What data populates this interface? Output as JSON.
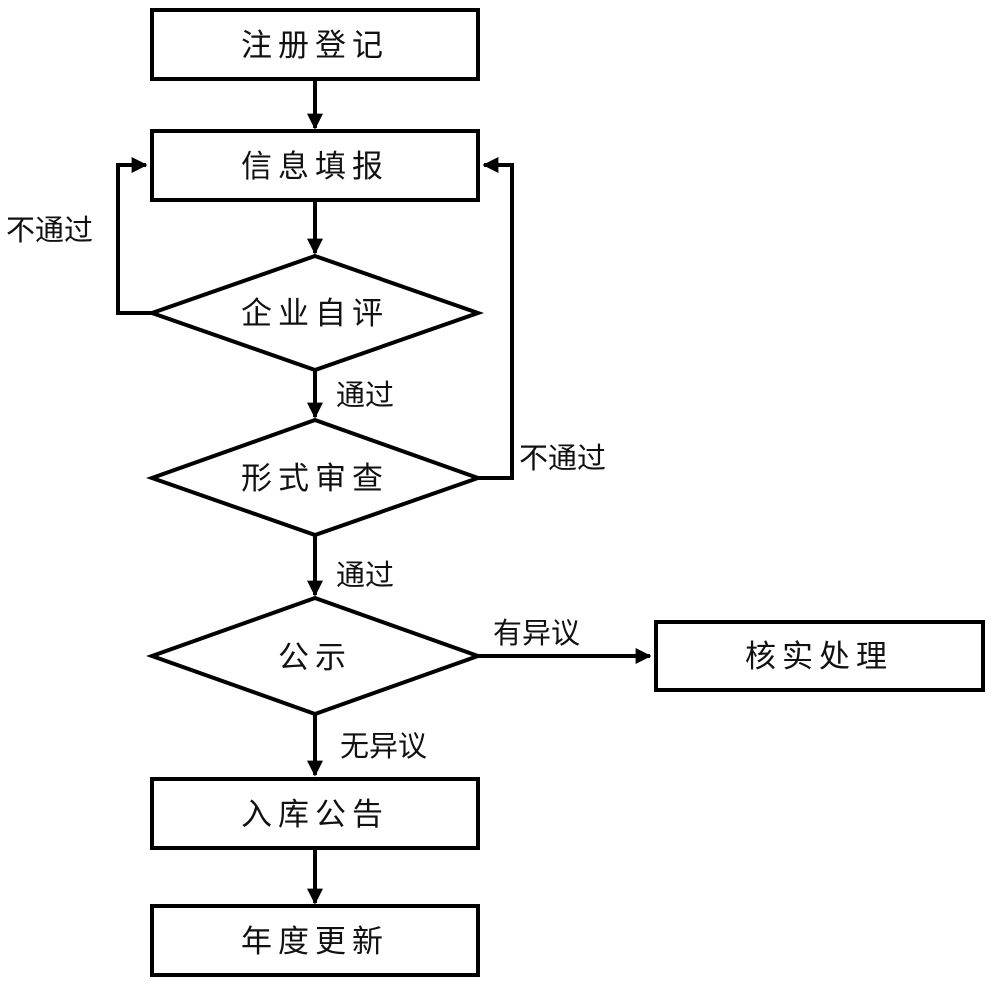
{
  "nodes": {
    "register": "注册登记",
    "info_fill": "信息填报",
    "self_eval": "企业自评",
    "formal_review": "形式审查",
    "publicity": "公示",
    "verify": "核实处理",
    "admit": "入库公告",
    "annual_update": "年度更新"
  },
  "edges": {
    "self_eval_fail": "不通过",
    "self_eval_pass": "通过",
    "review_fail": "不通过",
    "review_pass": "通过",
    "objection": "有异议",
    "no_objection": "无异议"
  }
}
